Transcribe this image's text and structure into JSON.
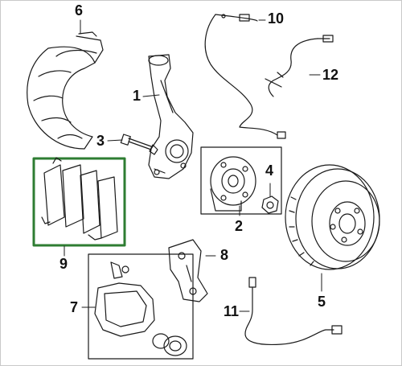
{
  "diagram": {
    "callouts": [
      {
        "id": "1",
        "text": "1"
      },
      {
        "id": "2",
        "text": "2"
      },
      {
        "id": "3",
        "text": "3"
      },
      {
        "id": "4",
        "text": "4"
      },
      {
        "id": "5",
        "text": "5"
      },
      {
        "id": "6",
        "text": "6"
      },
      {
        "id": "7",
        "text": "7"
      },
      {
        "id": "8",
        "text": "8"
      },
      {
        "id": "9",
        "text": "9"
      },
      {
        "id": "10",
        "text": "10"
      },
      {
        "id": "11",
        "text": "11"
      },
      {
        "id": "12",
        "text": "12"
      }
    ],
    "highlight_color": "#2e7d32",
    "line_color": "#1a1a1a"
  }
}
